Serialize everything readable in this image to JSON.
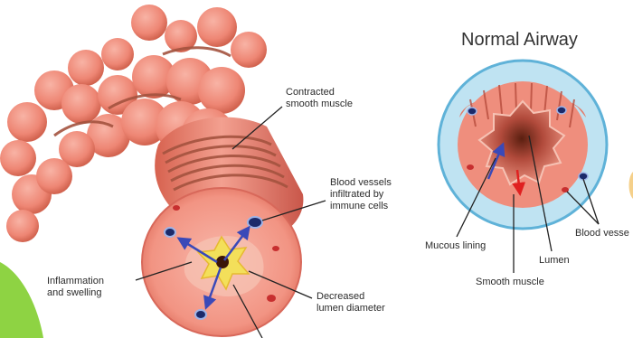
{
  "diagram": {
    "title": "Normal Airway",
    "asthmatic_labels": {
      "contracted_muscle": "Contracted\nsmooth muscle",
      "blood_vessels_infiltrated": "Blood vessels\ninfiltrated by\nimmune cells",
      "inflammation": "Inflammation\nand swelling",
      "decreased_lumen": "Decreased\nlumen diameter"
    },
    "normal_labels": {
      "mucous_lining": "Mucous lining",
      "lumen": "Lumen",
      "smooth_muscle": "Smooth muscle",
      "blood_vessels": "Blood vesse"
    }
  },
  "colors": {
    "airway_pink": "#f08a7a",
    "airway_dark": "#c2574a",
    "muscle_band": "#a4533f",
    "halo_blue": "#bfe3f2",
    "halo_ring": "#5fb2d8",
    "lumen_dark": "#3b1408",
    "mucus_yellow": "#f3df5a",
    "arrow_blue": "#3a49b8",
    "arrow_red": "#e02020",
    "leaf_green": "#8ed343"
  }
}
